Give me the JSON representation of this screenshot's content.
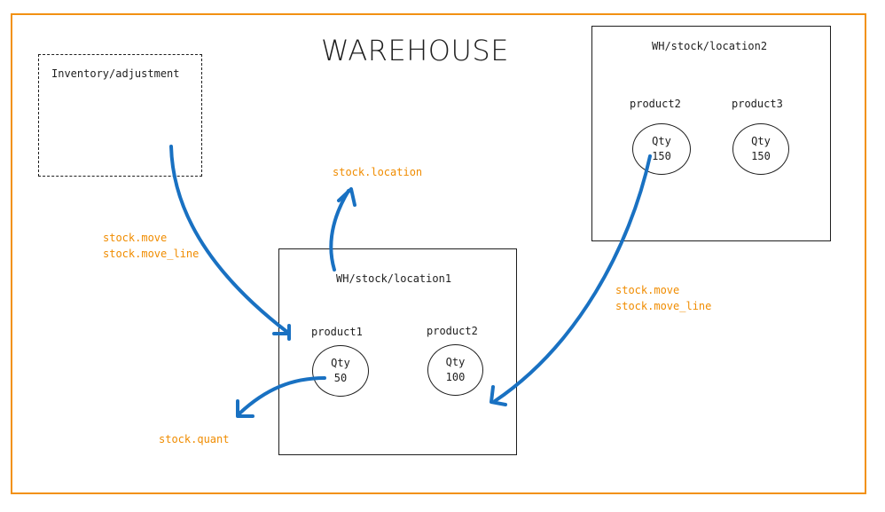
{
  "title": "WAREHOUSE",
  "source_box": {
    "label": "Inventory/adjustment"
  },
  "location1": {
    "label": "WH/stock/location1",
    "products": [
      {
        "name": "product1",
        "qty_label": "Qty",
        "qty": "50"
      },
      {
        "name": "product2",
        "qty_label": "Qty",
        "qty": "100"
      }
    ]
  },
  "location2": {
    "label": "WH/stock/location2",
    "products": [
      {
        "name": "product2",
        "qty_label": "Qty",
        "qty": "150"
      },
      {
        "name": "product3",
        "qty_label": "Qty",
        "qty": "150"
      }
    ]
  },
  "annotations": {
    "stock_location": "stock.location",
    "move_left": [
      "stock.move",
      "stock.move_line"
    ],
    "move_right": [
      "stock.move",
      "stock.move_line"
    ],
    "stock_quant": "stock.quant"
  },
  "colors": {
    "frame": "#f29112",
    "arrow": "#1971c2",
    "annotation": "#f08c00",
    "stroke": "#1e1e1e"
  }
}
